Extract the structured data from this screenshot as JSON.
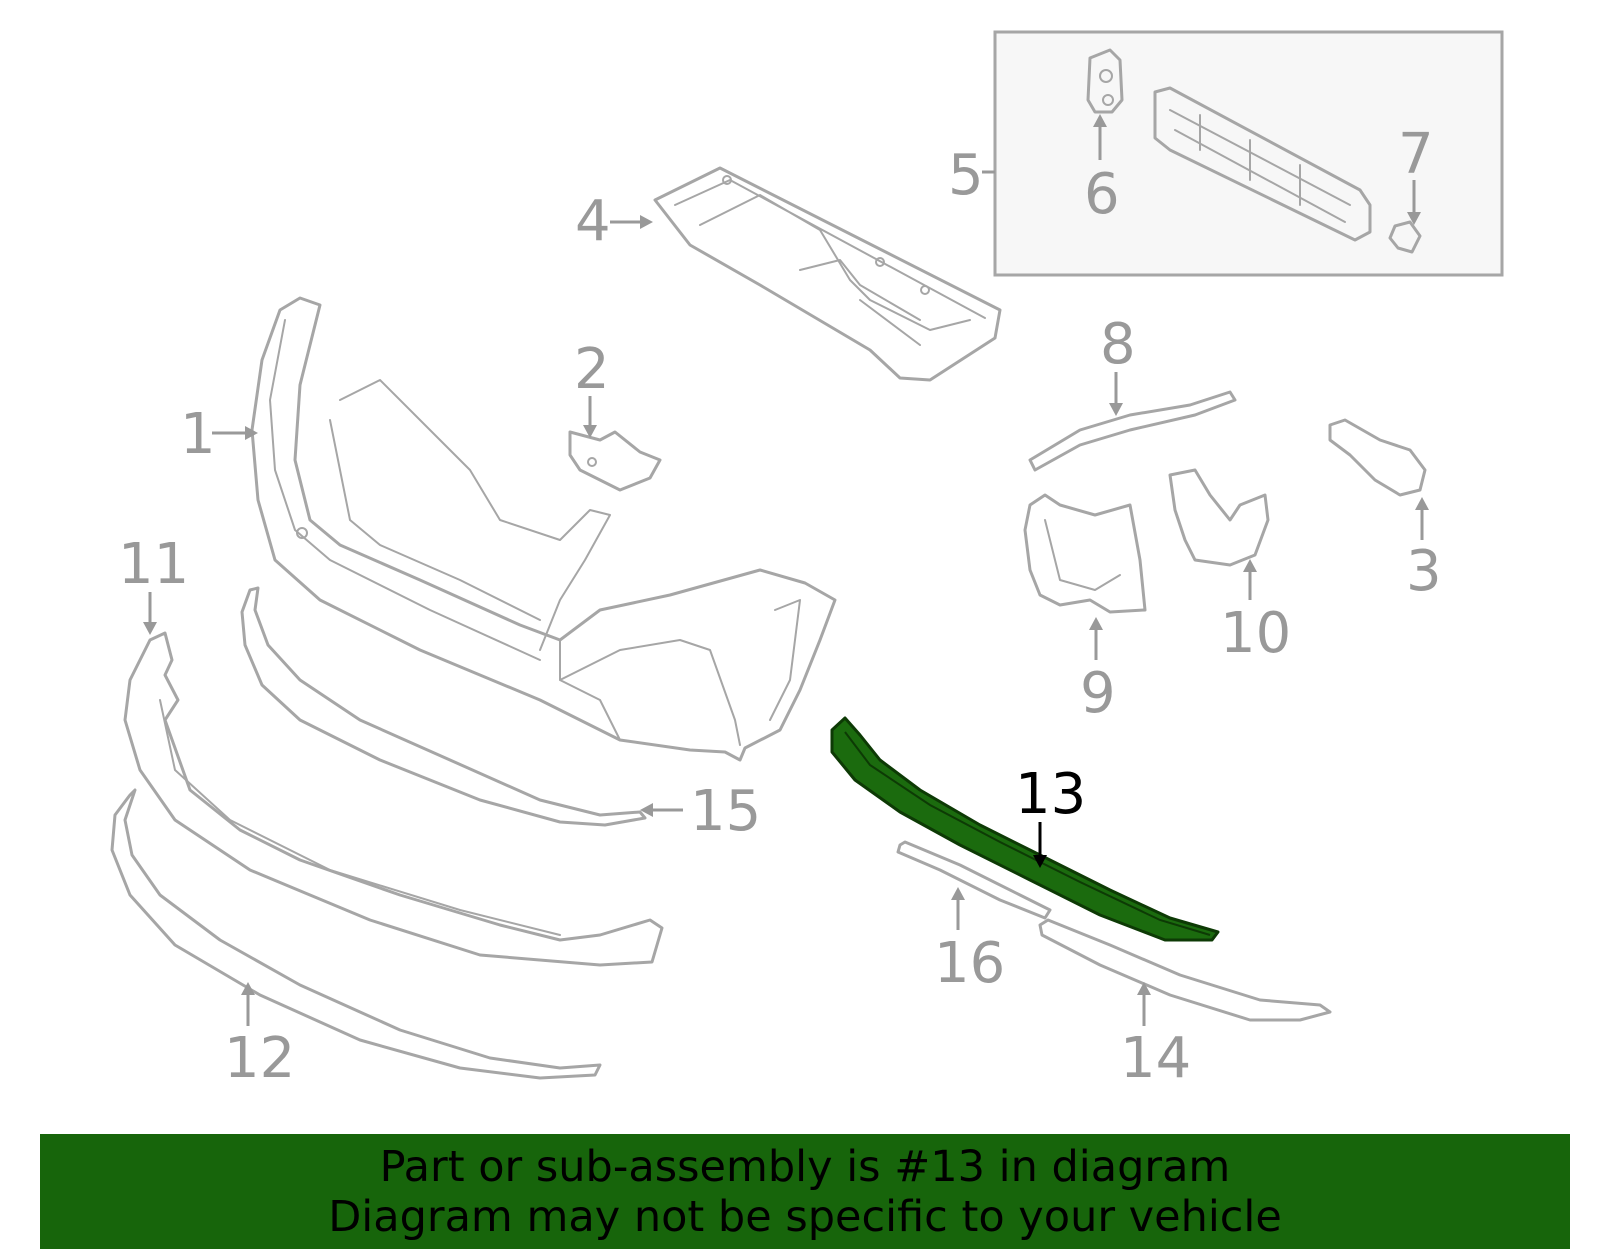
{
  "diagram": {
    "highlighted_part": "13",
    "callouts": [
      {
        "id": "1",
        "text": "1"
      },
      {
        "id": "2",
        "text": "2"
      },
      {
        "id": "3",
        "text": "3"
      },
      {
        "id": "4",
        "text": "4"
      },
      {
        "id": "5",
        "text": "5"
      },
      {
        "id": "6",
        "text": "6"
      },
      {
        "id": "7",
        "text": "7"
      },
      {
        "id": "8",
        "text": "8"
      },
      {
        "id": "9",
        "text": "9"
      },
      {
        "id": "10",
        "text": "10"
      },
      {
        "id": "11",
        "text": "11"
      },
      {
        "id": "12",
        "text": "12"
      },
      {
        "id": "13",
        "text": "13"
      },
      {
        "id": "14",
        "text": "14"
      },
      {
        "id": "15",
        "text": "15"
      },
      {
        "id": "16",
        "text": "16"
      }
    ],
    "colors": {
      "part_stroke": "#a6a6a6",
      "label": "#999999",
      "highlight_fill": "#1b6b0e",
      "banner": "#17650b"
    }
  },
  "banner": {
    "line1": "Part or sub-assembly is #13 in diagram",
    "line2": "Diagram may not be specific to your vehicle"
  }
}
